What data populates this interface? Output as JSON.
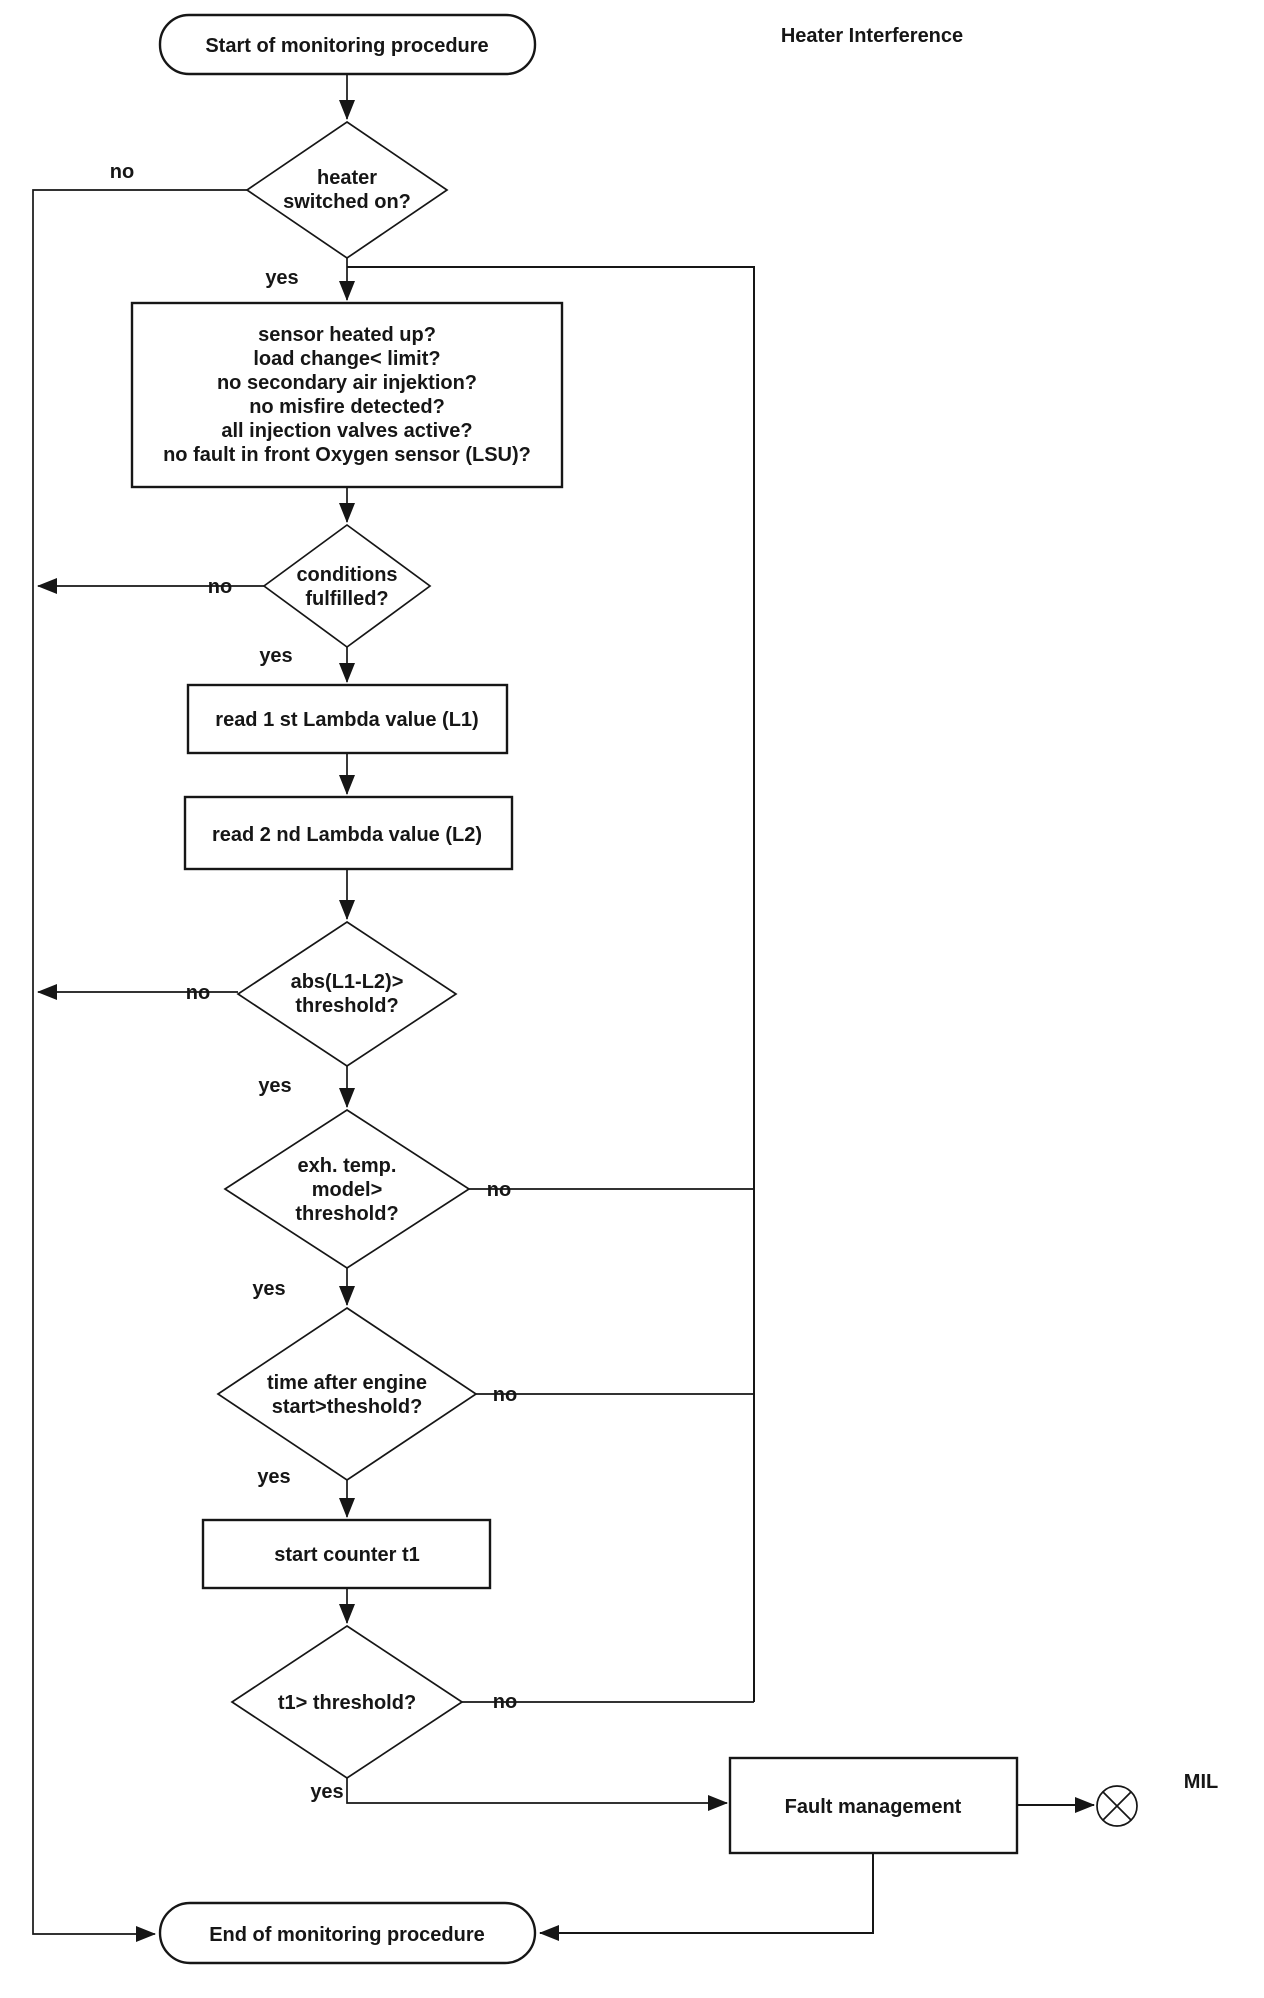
{
  "page": {
    "title": "Heater Interference",
    "mil_label": "MIL"
  },
  "colors": {
    "ink": "#161616",
    "paper": "#ffffff"
  },
  "labels": {
    "yes": "yes",
    "no": "no"
  },
  "nodes": {
    "start": {
      "label": "Start of monitoring procedure"
    },
    "heater_decision": {
      "lines": [
        "heater",
        "switched on?"
      ]
    },
    "conditions_box": {
      "lines": [
        "sensor heated up?",
        "load change< limit?",
        "no secondary air injektion?",
        "no misfire detected?",
        "all injection valves active?",
        "no fault in front Oxygen sensor (LSU)?"
      ]
    },
    "conditions_decision": {
      "lines": [
        "conditions",
        "fulfilled?"
      ]
    },
    "read_l1": {
      "label": "read 1 st Lambda value (L1)"
    },
    "read_l2": {
      "label": "read 2 nd Lambda value (L2)"
    },
    "abs_decision": {
      "lines": [
        "abs(L1-L2)>",
        "threshold?"
      ]
    },
    "exh_decision": {
      "lines": [
        "exh. temp.",
        "model>",
        "threshold?"
      ]
    },
    "time_decision": {
      "lines": [
        "time after engine",
        "start>theshold?"
      ]
    },
    "counter_box": {
      "label": "start counter t1"
    },
    "t1_decision": {
      "label": "t1> threshold?"
    },
    "fault_box": {
      "label": "Fault management"
    },
    "end": {
      "label": "End of monitoring procedure"
    }
  }
}
